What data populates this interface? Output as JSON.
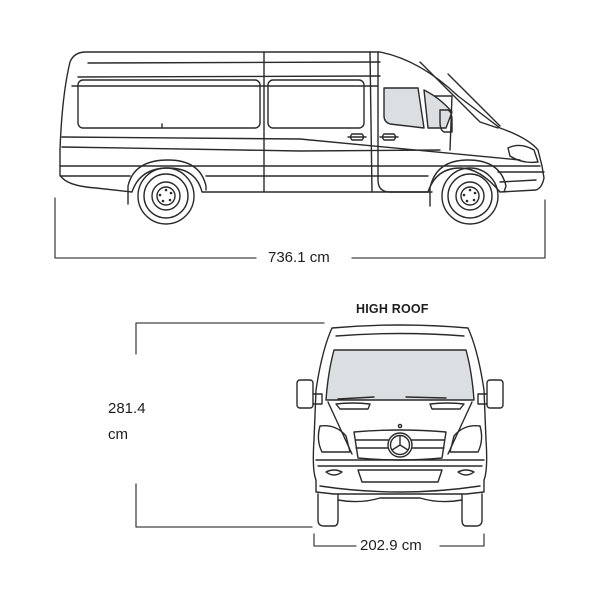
{
  "diagram": {
    "subject": "Cargo van dimensions (Mercedes-Benz Sprinter style, high roof, long wheelbase)",
    "colors": {
      "line": "#2a2a2a",
      "glass": "#dcdfe1",
      "background": "#ffffff"
    },
    "side_view": {
      "length_value": "736.1 cm"
    },
    "front_view": {
      "roof_label": "HIGH ROOF",
      "height_value_line1": "281.4",
      "height_value_line2": "cm",
      "width_value": "202.9 cm",
      "emblem_icon": "three-pointed-star-icon"
    }
  }
}
